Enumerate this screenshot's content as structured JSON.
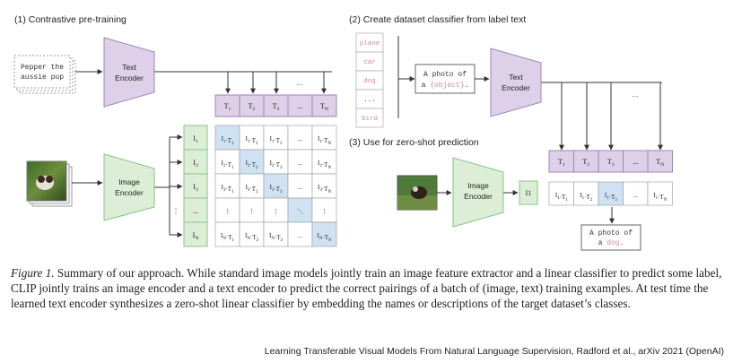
{
  "figure": {
    "panel1_title": "(1) Contrastive pre-training",
    "panel2_title": "(2) Create dataset classifier from label text",
    "panel3_title": "(3) Use for zero-shot prediction",
    "text_input_line1": "Pepper the",
    "text_input_line2": "aussie pup",
    "text_encoder_label1": "Text",
    "text_encoder_label2": "Encoder",
    "image_encoder_label1": "Image",
    "image_encoder_label2": "Encoder",
    "text_tokens": [
      "T1",
      "T2",
      "T3",
      "...",
      "TN"
    ],
    "image_tokens": [
      "I1",
      "I2",
      "I3",
      "...",
      "IN"
    ],
    "class_labels": [
      "plane",
      "car",
      "dog",
      "...",
      "bird"
    ],
    "prompt_prefix": "A photo of",
    "prompt_article": "a",
    "prompt_placeholder": "{object}",
    "prompt_period": ".",
    "zs_image_token": "I1",
    "zs_products": [
      "I1·T1",
      "I1·T2",
      "I1·T3",
      "...",
      "I1·TN"
    ],
    "result_prefix": "A photo of",
    "result_article": "a",
    "result_object": "dog",
    "result_period": ".",
    "colors": {
      "text_purple": "#ddd0e8",
      "text_purple_border": "#9e86b8",
      "image_green": "#dcefd6",
      "image_green_border": "#8cc087",
      "diag_blue": "#cfe2f3",
      "label_pink": "#d58a95"
    }
  },
  "caption": {
    "figure_label": "Figure 1.",
    "text": " Summary of our approach. While standard image models jointly train an image feature extractor and a linear classifier to predict some label, CLIP jointly trains an image encoder and a text encoder to predict the correct pairings of a batch of (image, text) training examples. At test time the learned text encoder synthesizes a zero-shot linear classifier by embedding the names or descriptions of the target dataset’s classes."
  },
  "credit": "Learning Transferable Visual Models From Natural Language Supervision, Radford et al., arXiv 2021 (OpenAI)"
}
